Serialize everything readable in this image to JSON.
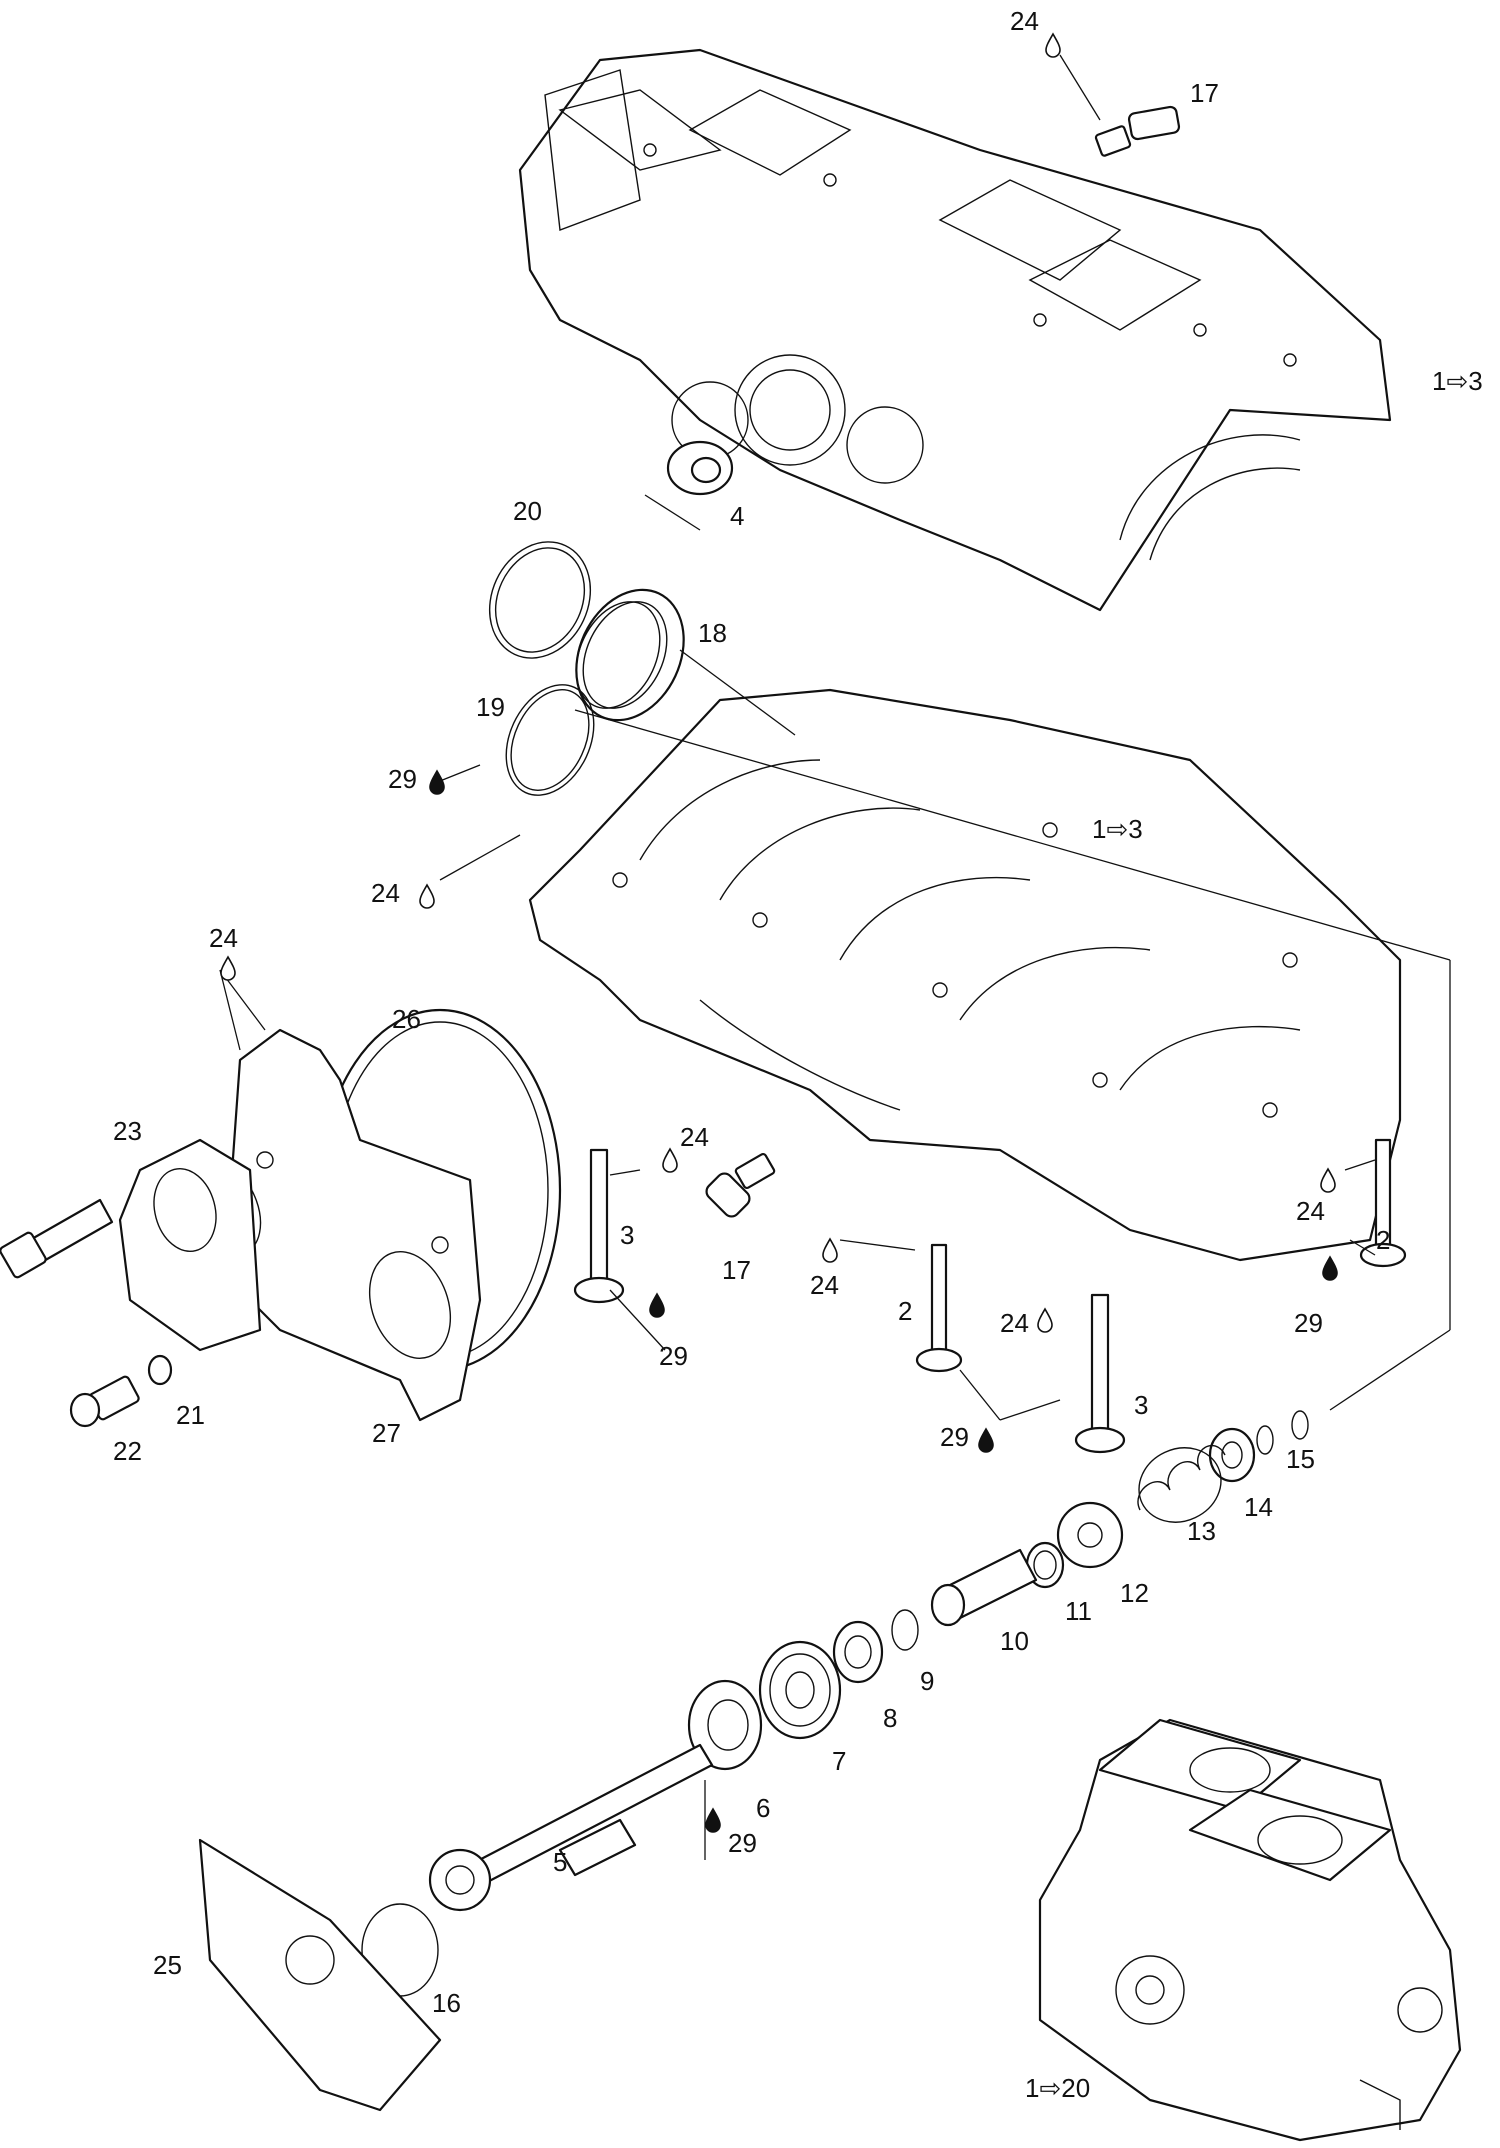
{
  "callouts": {
    "c24_top": "24",
    "c17_top": "17",
    "c1to3_top": "1⇨3",
    "c4": "4",
    "c20": "20",
    "c18": "18",
    "c19": "19",
    "c29_left": "29",
    "c1to3_mid": "1⇨3",
    "c24_mid": "24",
    "c24_left": "24",
    "c26": "26",
    "c23": "23",
    "c24_bolt": "24",
    "c3_left": "3",
    "c17_low": "17",
    "c24_fit": "24",
    "c29_bolt": "29",
    "c21": "21",
    "c22": "22",
    "c27": "27",
    "c2_mid": "2",
    "c24_b2": "24",
    "c29_pair": "29",
    "c3_right": "3",
    "c24_right": "24",
    "c2_right": "2",
    "c29_right": "29",
    "c15": "15",
    "c14": "14",
    "c13": "13",
    "c12": "12",
    "c11": "11",
    "c10": "10",
    "c9": "9",
    "c8": "8",
    "c7": "7",
    "c6": "6",
    "c29_shaft": "29",
    "c5": "5",
    "c25": "25",
    "c16": "16",
    "c1to20": "1⇨20"
  },
  "icons": {
    "drop_outline": "oil-drop-outline-icon",
    "drop_filled": "oil-drop-filled-icon"
  },
  "colors": {
    "ink": "#111111",
    "paper": "#ffffff"
  }
}
